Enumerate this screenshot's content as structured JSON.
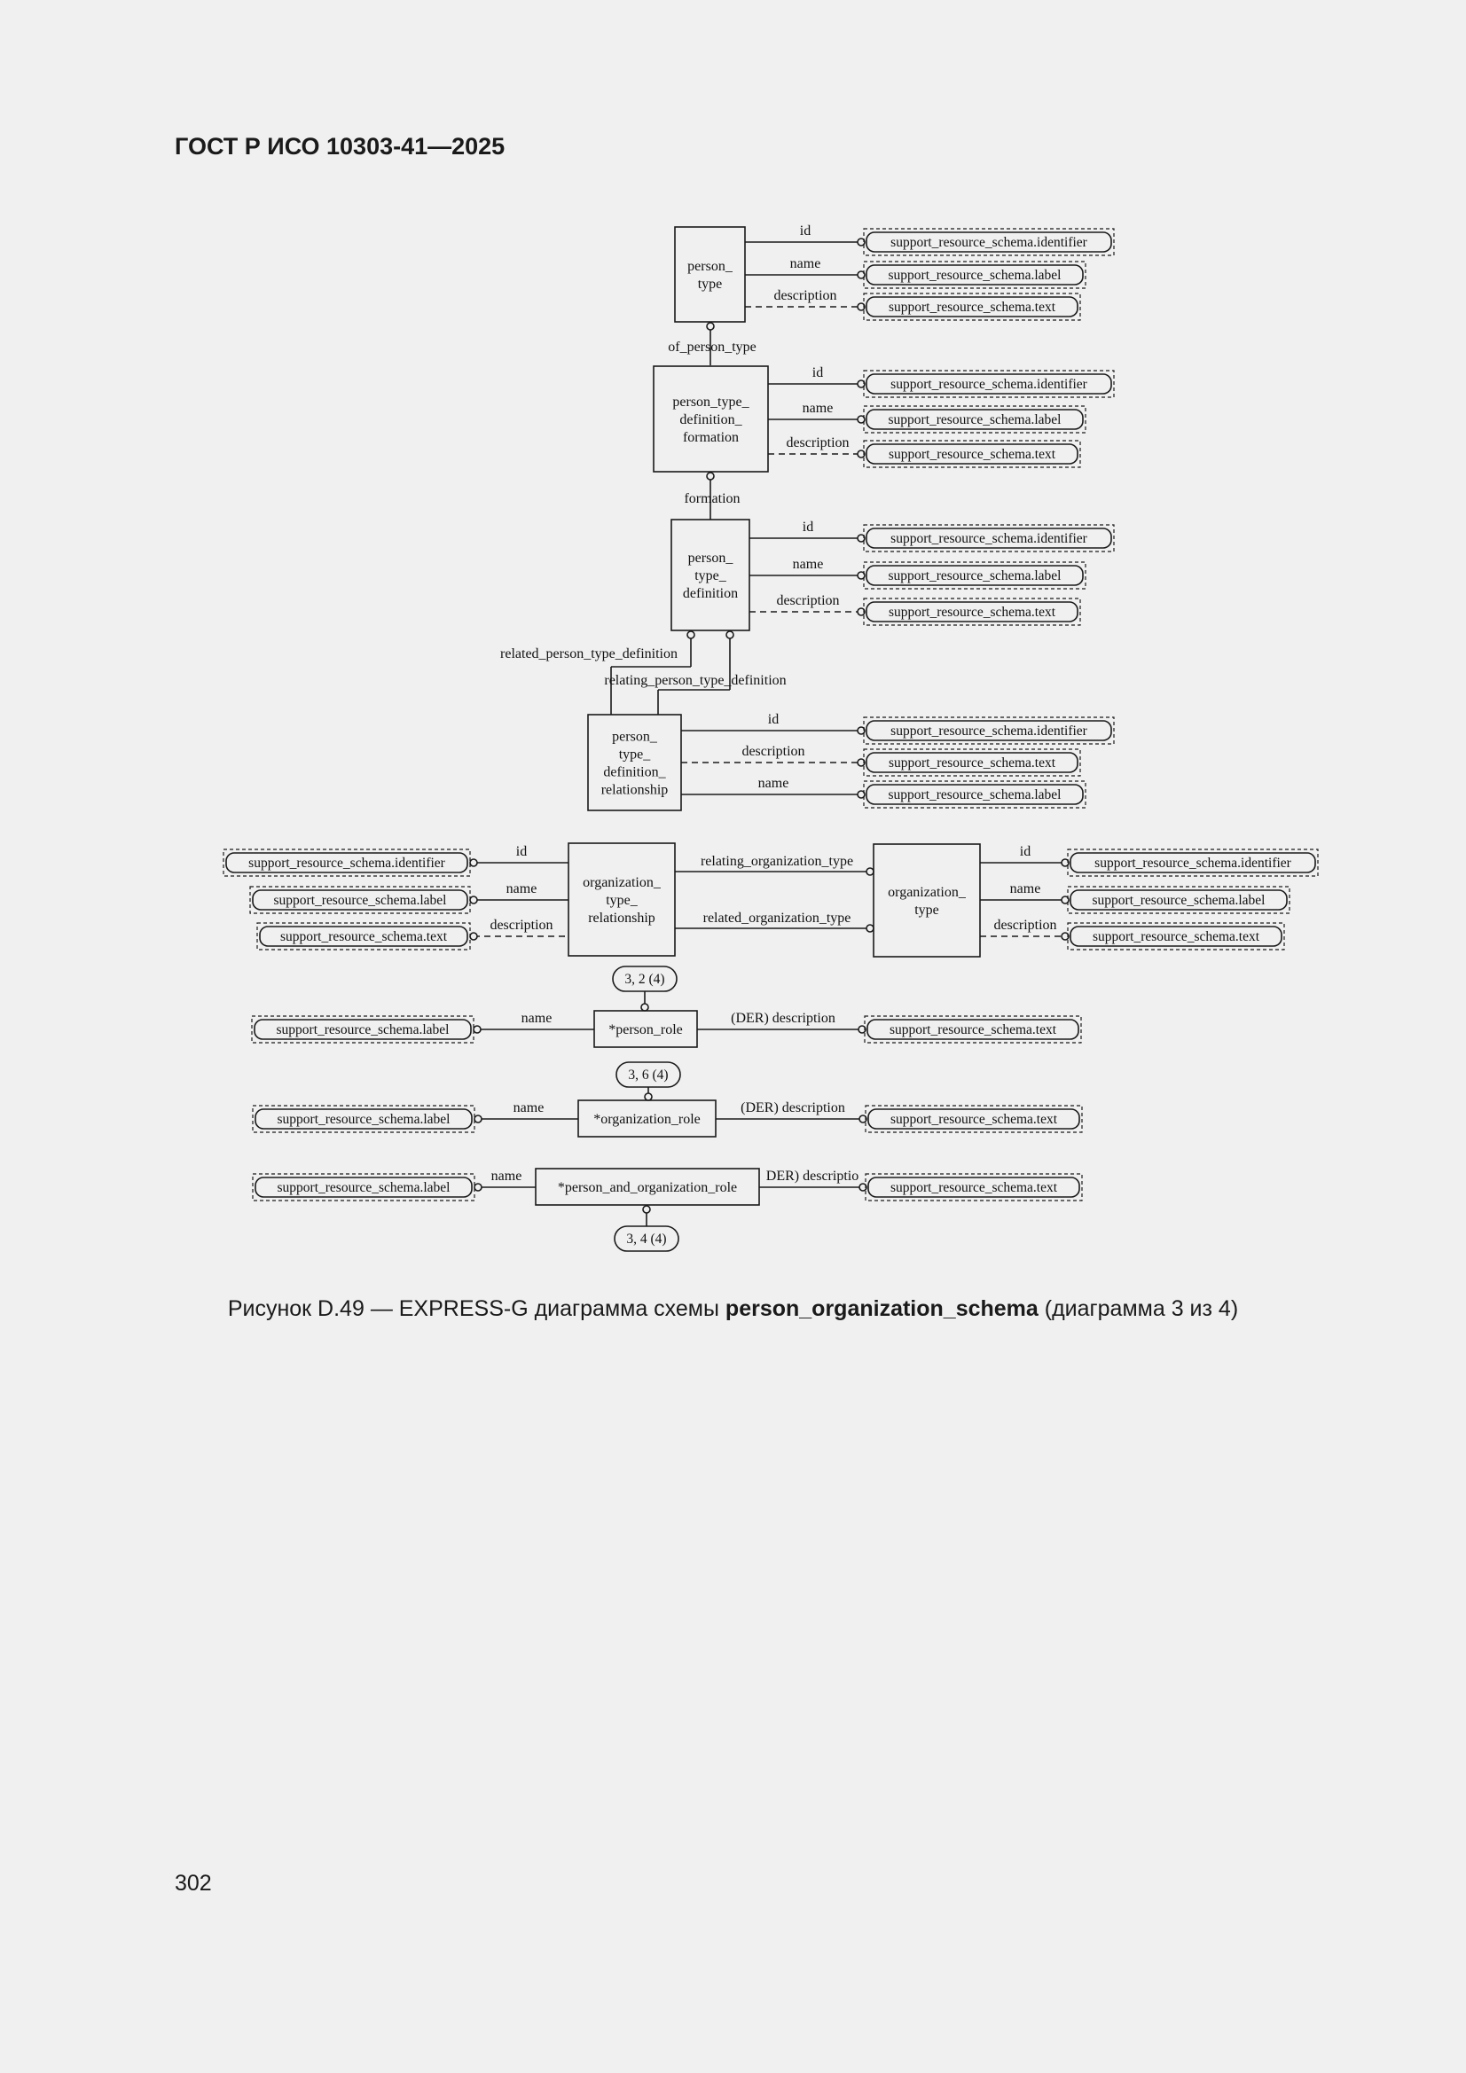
{
  "header": {
    "title": "ГОСТ Р ИСО 10303-41—2025"
  },
  "page": {
    "number": "302"
  },
  "caption": {
    "prefix": "Рисунок D.49 — EXPRESS-G диаграмма схемы ",
    "schema": "person_organization_schema",
    "suffix": " (диаграмма 3 из 4)"
  },
  "diagram": {
    "entities": {
      "person_type": [
        "person_",
        "type"
      ],
      "person_type_definition_formation": [
        "person_type_",
        "definition_",
        "formation"
      ],
      "person_type_definition": [
        "person_",
        "type_",
        "definition"
      ],
      "person_type_definition_relationship": [
        "person_",
        "type_",
        "definition_",
        "relationship"
      ],
      "organization_type_relationship": [
        "organization_",
        "type_",
        "relationship"
      ],
      "organization_type": [
        "organization_",
        "type"
      ],
      "person_role": "*person_role",
      "organization_role": "*organization_role",
      "person_and_organization_role": "*person_and_organization_role"
    },
    "types": {
      "identifier": "support_resource_schema.identifier",
      "label": "support_resource_schema.label",
      "text": "support_resource_schema.text"
    },
    "attributes": {
      "id": "id",
      "name": "name",
      "description": "description",
      "of_person_type": "of_person_type",
      "formation": "formation",
      "related_person_type_definition": "related_person_type_definition",
      "relating_person_type_definition": "relating_person_type_definition",
      "relating_organization_type": "relating_organization_type",
      "related_organization_type": "related_organization_type",
      "der_description": "(DER) description",
      "der_description_clipped": "DER) descriptio"
    },
    "page_refs": {
      "person_role": "3, 2 (4)",
      "organization_role": "3, 6 (4)",
      "person_and_organization_role": "3, 4 (4)"
    }
  }
}
